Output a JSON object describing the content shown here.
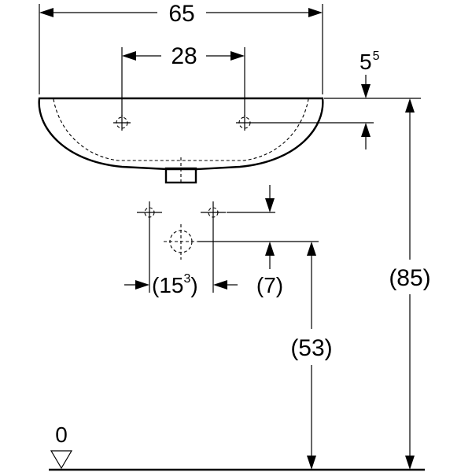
{
  "dimensions": {
    "overall_width": "65",
    "tap_hole_spacing": "28",
    "rim_offset_base": "5",
    "rim_offset_sup": "5",
    "supply_spacing_open": "(15",
    "supply_spacing_sup": "3",
    "supply_spacing_close": ")",
    "supply_offset": "(7)",
    "waste_height": "(53)",
    "rim_height": "(85)",
    "floor_level": "0"
  },
  "colors": {
    "line": "#000000",
    "background": "#ffffff"
  }
}
